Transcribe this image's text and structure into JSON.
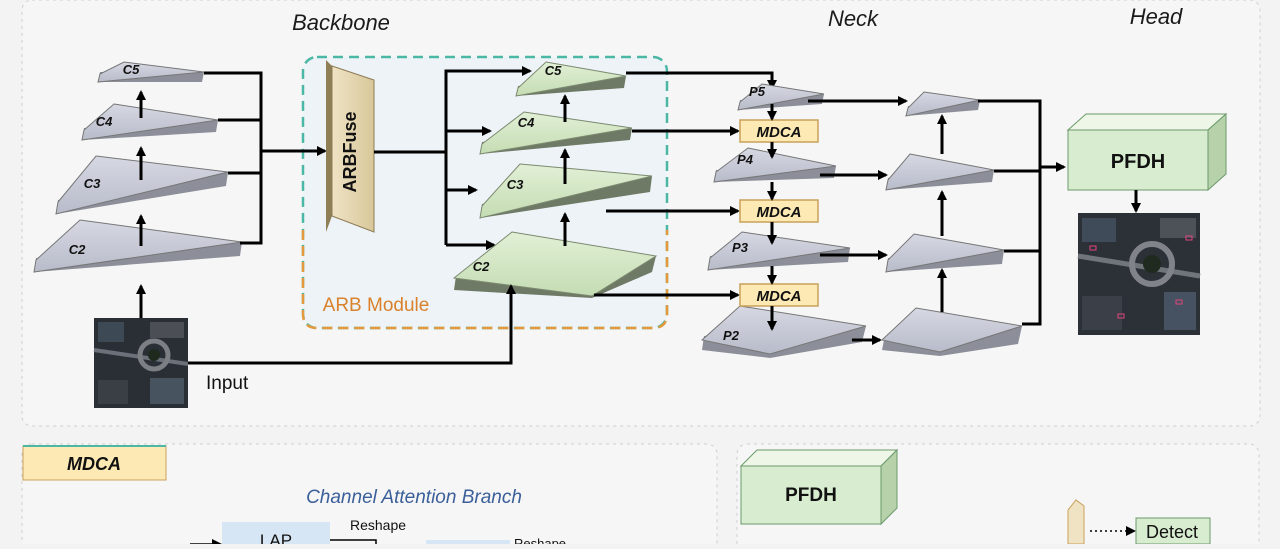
{
  "sections": {
    "backbone": "Backbone",
    "neck": "Neck",
    "head": "Head"
  },
  "backbone_layers": [
    "C5",
    "C4",
    "C3",
    "C2"
  ],
  "arb": {
    "fuse_label": "ARBFuse",
    "module_label": "ARB Module",
    "outputs": [
      "C5",
      "C4",
      "C3",
      "C2"
    ]
  },
  "input_label": "Input",
  "neck_layers": [
    "P5",
    "P4",
    "P3",
    "P2"
  ],
  "mdca_label": "MDCA",
  "head_label": "PFDH",
  "legend": {
    "mdca_title": "MDCA",
    "channel_branch": "Channel Attention Branch",
    "lap": "LAP",
    "reshape_1": "Reshape",
    "reshape_2": "Reshape",
    "pfdh_title": "PFDH",
    "detect": "Detect"
  },
  "colors": {
    "plane_gray": "#c9cbd6",
    "plane_green": "#d6e8c8",
    "mdca_fill": "#fce9b4",
    "pfdh_fill": "#d8ecd0",
    "arb_border": "#e49a3c",
    "arb_border_alt": "#4cb7a4",
    "arb_text": "#d9822b",
    "channel_text": "#3b5f9a"
  }
}
